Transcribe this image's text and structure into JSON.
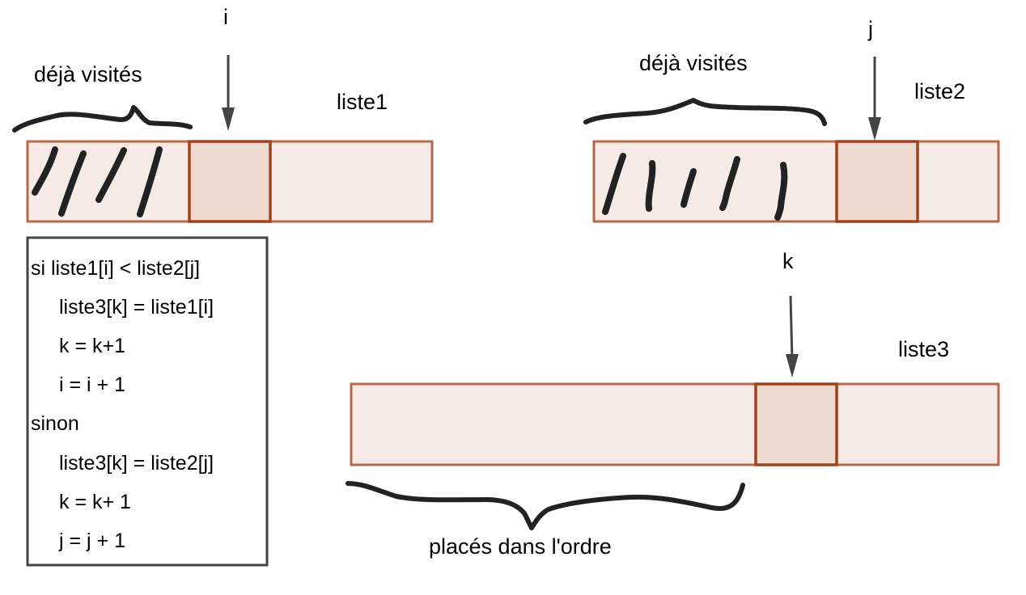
{
  "labels": {
    "pointer_i": "i",
    "pointer_j": "j",
    "pointer_k": "k",
    "list1": "liste1",
    "list2": "liste2",
    "list3": "liste3",
    "visited_1": "déjà visités",
    "visited_2": "déjà visités",
    "placed": "placés dans l'ordre"
  },
  "code": [
    "si liste1[i] < liste2[j]",
    "liste3[k] = liste1[i]",
    "k = k+1",
    "i = i + 1",
    "sinon",
    "liste3[k] = liste2[j]",
    "k = k+ 1",
    "j = j + 1"
  ],
  "colors": {
    "bar_fill": "#f5eae5",
    "bar_stroke": "#b5694a",
    "current_cell_fill": "#eedcd2",
    "current_cell_stroke": "#a0431d",
    "scribble": "#222222",
    "arrow": "#444444"
  }
}
